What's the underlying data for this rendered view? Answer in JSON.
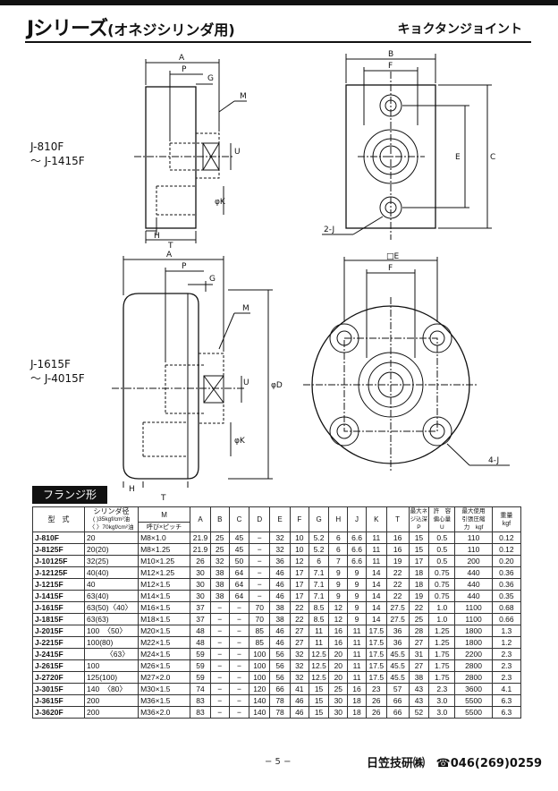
{
  "header": {
    "title_main": "Jシリーズ",
    "title_sub": "(オネジシリンダ用)",
    "right_title": "キョクタンジョイント"
  },
  "drawings": {
    "top_model": "J-810F\n〜 J-1415F",
    "bottom_model": "J-1615F\n〜 J-4015F",
    "top_dims": {
      "A": "A",
      "P": "P",
      "G": "G",
      "M": "M",
      "U": "U",
      "K": "φK",
      "H": "H",
      "T": "T",
      "B": "B",
      "F": "F",
      "C": "C",
      "E": "E",
      "J": "2-J"
    },
    "bottom_dims": {
      "A": "A",
      "P": "P",
      "G": "G",
      "M": "M",
      "U": "U",
      "K": "φK",
      "H": "H",
      "T": "T",
      "D": "φD",
      "E": "□E",
      "F": "F",
      "J": "4-J"
    }
  },
  "section_label": "フランジ形",
  "table": {
    "head": {
      "model": "型　式",
      "bore_line1": "シリンダ径",
      "bore_line2": "( )35kgf/cm²油",
      "bore_line3": "〈 〉70kgf/cm²油",
      "m_top": "M",
      "m_bottom": "呼び×ピッチ",
      "cols": [
        "A",
        "B",
        "C",
        "D",
        "E",
        "F",
        "G",
        "H",
        "J",
        "K",
        "T"
      ],
      "p_top": "最大ネ",
      "p_mid": "ジ込深",
      "p_bot": "P",
      "u_top": "許　容",
      "u_mid": "偏心量",
      "u_bot": "U",
      "load_top": "最大使用",
      "load_mid": "引張圧縮",
      "load_bot": "力　kgf",
      "weight_top": "重量",
      "weight_bot": "kgf"
    },
    "rows": [
      [
        "J-810F",
        "20",
        "M8×1.0",
        "21.9",
        "25",
        "45",
        "−",
        "32",
        "10",
        "5.2",
        "6",
        "6.6",
        "11",
        "16",
        "15",
        "0.5",
        "110",
        "0.12"
      ],
      [
        "J-8125F",
        "20(20)",
        "M8×1.25",
        "21.9",
        "25",
        "45",
        "−",
        "32",
        "10",
        "5.2",
        "6",
        "6.6",
        "11",
        "16",
        "15",
        "0.5",
        "110",
        "0.12"
      ],
      [
        "J-10125F",
        "32(25)",
        "M10×1.25",
        "26",
        "32",
        "50",
        "−",
        "36",
        "12",
        "6",
        "7",
        "6.6",
        "11",
        "19",
        "17",
        "0.5",
        "200",
        "0.20"
      ],
      [
        "J-12125F",
        "40(40)",
        "M12×1.25",
        "30",
        "38",
        "64",
        "−",
        "46",
        "17",
        "7.1",
        "9",
        "9",
        "14",
        "22",
        "18",
        "0.75",
        "440",
        "0.36"
      ],
      [
        "J-1215F",
        "40",
        "M12×1.5",
        "30",
        "38",
        "64",
        "−",
        "46",
        "17",
        "7.1",
        "9",
        "9",
        "14",
        "22",
        "18",
        "0.75",
        "440",
        "0.36"
      ],
      [
        "J-1415F",
        "63(40)",
        "M14×1.5",
        "30",
        "38",
        "64",
        "−",
        "46",
        "17",
        "7.1",
        "9",
        "9",
        "14",
        "22",
        "19",
        "0.75",
        "440",
        "0.35"
      ],
      [
        "J-1615F",
        "63(50)〈40〉",
        "M16×1.5",
        "37",
        "−",
        "−",
        "70",
        "38",
        "22",
        "8.5",
        "12",
        "9",
        "14",
        "27.5",
        "22",
        "1.0",
        "1100",
        "0.68"
      ],
      [
        "J-1815F",
        "63(63)",
        "M18×1.5",
        "37",
        "−",
        "−",
        "70",
        "38",
        "22",
        "8.5",
        "12",
        "9",
        "14",
        "27.5",
        "25",
        "1.0",
        "1100",
        "0.66"
      ],
      [
        "J-2015F",
        "100　〈50〉",
        "M20×1.5",
        "48",
        "−",
        "−",
        "85",
        "46",
        "27",
        "11",
        "16",
        "11",
        "17.5",
        "36",
        "28",
        "1.25",
        "1800",
        "1.3"
      ],
      [
        "J-2215F",
        "100(80)",
        "M22×1.5",
        "48",
        "−",
        "−",
        "85",
        "46",
        "27",
        "11",
        "16",
        "11",
        "17.5",
        "36",
        "27",
        "1.25",
        "1800",
        "1.2"
      ],
      [
        "J-2415F",
        "　　　〈63〉",
        "M24×1.5",
        "59",
        "−",
        "−",
        "100",
        "56",
        "32",
        "12.5",
        "20",
        "11",
        "17.5",
        "45.5",
        "31",
        "1.75",
        "2200",
        "2.3"
      ],
      [
        "J-2615F",
        "100",
        "M26×1.5",
        "59",
        "−",
        "−",
        "100",
        "56",
        "32",
        "12.5",
        "20",
        "11",
        "17.5",
        "45.5",
        "27",
        "1.75",
        "2800",
        "2.3"
      ],
      [
        "J-2720F",
        "125(100)",
        "M27×2.0",
        "59",
        "−",
        "−",
        "100",
        "56",
        "32",
        "12.5",
        "20",
        "11",
        "17.5",
        "45.5",
        "38",
        "1.75",
        "2800",
        "2.3"
      ],
      [
        "J-3015F",
        "140　〈80〉",
        "M30×1.5",
        "74",
        "−",
        "−",
        "120",
        "66",
        "41",
        "15",
        "25",
        "16",
        "23",
        "57",
        "43",
        "2.3",
        "3600",
        "4.1"
      ],
      [
        "J-3615F",
        "200",
        "M36×1.5",
        "83",
        "−",
        "−",
        "140",
        "78",
        "46",
        "15",
        "30",
        "18",
        "26",
        "66",
        "43",
        "3.0",
        "5500",
        "6.3"
      ],
      [
        "J-3620F",
        "200",
        "M36×2.0",
        "83",
        "−",
        "−",
        "140",
        "78",
        "46",
        "15",
        "30",
        "18",
        "26",
        "66",
        "52",
        "3.0",
        "5500",
        "6.3"
      ]
    ]
  },
  "footer": {
    "page": "− 5 −",
    "company": "日笠技研㈱",
    "phone": "☎046(269)0259"
  }
}
